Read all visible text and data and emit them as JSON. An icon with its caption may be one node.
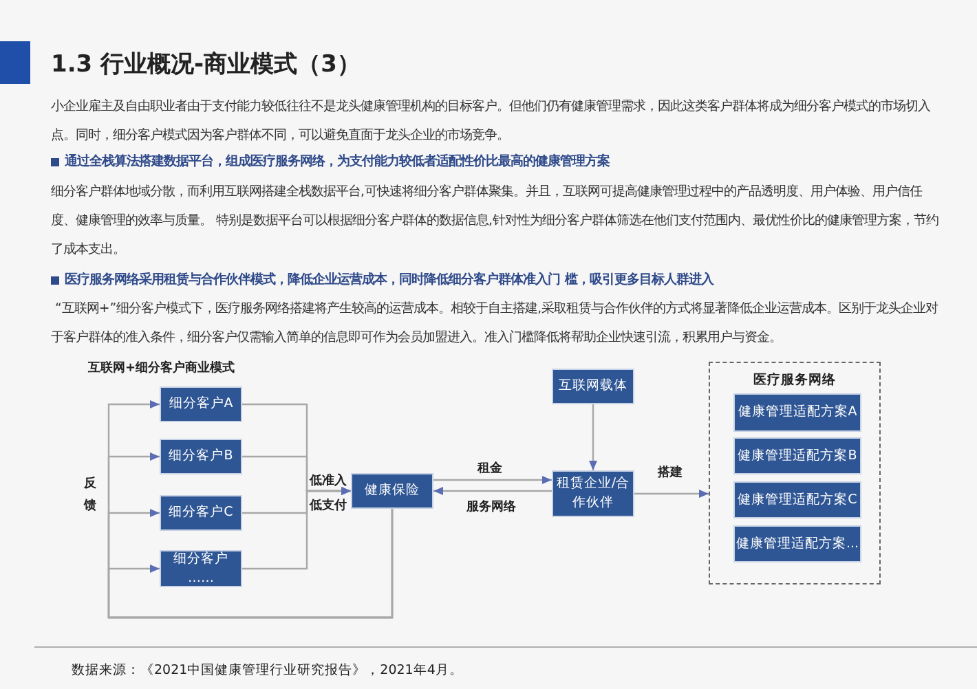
{
  "diagram": {
    "title": "1.3 行业概况-商业模式（3）",
    "nodes": [
      {
        "text": [
          "细分客户A"
        ]
      },
      {
        "text": [
          "细分客户B"
        ]
      },
      {
        "text": [
          "细分客户C"
        ]
      },
      {
        "text": [
          "细分客户 ……"
        ]
      },
      {
        "text": [
          "健康保险"
        ]
      },
      {
        "text": [
          "互联网载体"
        ]
      },
      {
        "text": [
          "租赁企业/合作伙伴"
        ]
      },
      {
        "text": [
          "医疗服务网络"
        ]
      },
      {
        "text": [
          "健康管理适配方案A"
        ],
        "in": 7
      },
      {
        "text": [
          "健康管理适配方案B"
        ],
        "in": 7
      },
      {
        "text": [
          "健康管理适配方案C"
        ],
        "in": 7
      },
      {
        "text": [
          "健康管理适配方案..."
        ],
        "in": 7
      }
    ],
    "edges": [
      {
        "from": 0,
        "to": 4,
        "arrow": "to"
      },
      {
        "from": 1,
        "to": 4,
        "arrow": "to"
      },
      {
        "from": 2,
        "to": 4,
        "arrow": "to"
      },
      {
        "from": 3,
        "to": 4,
        "arrow": "to"
      },
      {
        "from": 4,
        "to": 6,
        "arrow": "to",
        "label": "租金"
      },
      {
        "from": 6,
        "to": 4,
        "arrow": "to",
        "label": "服务网络"
      },
      {
        "from": 5,
        "to": 6,
        "arrow": "to"
      },
      {
        "from": 6,
        "to": 7,
        "arrow": "to",
        "label": "搭建"
      },
      {
        "from": 4,
        "to": 0,
        "arrow": "to"
      },
      {
        "from": 4,
        "to": 1,
        "arrow": "to"
      },
      {
        "from": 4,
        "to": 2,
        "arrow": "to"
      },
      {
        "from": 4,
        "to": 3,
        "arrow": "to"
      }
    ],
    "labels": [
      "小企业雇主及自由职业者由于支付能力较低往往不是龙头健康管理机构的目标客户。但他们仍有健康管理需求，因此这类客户群体将成为细分客户模式的市场切入点。同时，细分客户模式因为客户群体不同，可以避免直面于龙头企业的市场竞争。",
      "通过全栈算法搭建数据平台，组成医疗服务网络，为支付能力较低者适配性价比最高的健康管理方案",
      "细分客户群体地域分散，而利用互联网搭建全栈数据平台,可快速将细分客户群体聚集。并且，互联网可提高健康管理过程中的产品透明度、用户体验、用户信任度、健康管理的效率与质量。 特别是数据平台可以根据细分客户群体的数据信息,针对性为细分客户群体筛选在他们支付范围内、最优性价比的健康管理方案，节约了成本支出。",
      "医疗服务网络采用租赁与合作伙伴模式，降低企业运营成本，同时降低细分客户群体准入门 槛，吸引更多目标人群进入",
      "“互联网+”细分客户模式下，医疗服务网络搭建将产生较高的运营成本。相较于自主搭建,采取租赁与合作伙伴的方式将显著降低企业运营成本。区别于龙头企业对于客户群体的准入条件，细分客户仅需输入简单的信息即可作为会员加盟进入。准入门槛降低将帮助企业快速引流，积累用户与资金。",
      "互联网+细分客户商业模式",
      "反馈",
      "低准入",
      "低支付",
      "数据来源：《2021中国健康管理行业研究报告》，2021年4月。"
    ]
  }
}
